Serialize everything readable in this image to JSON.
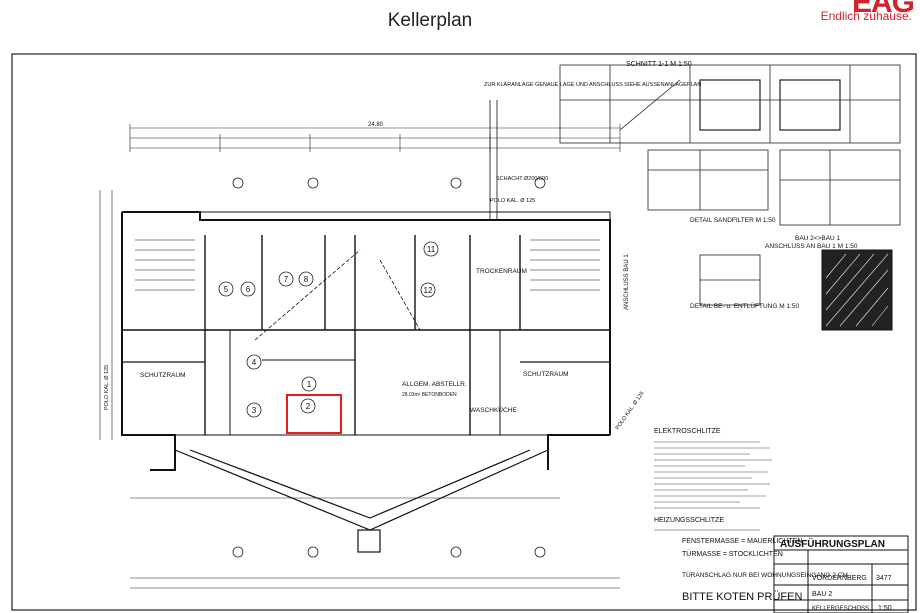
{
  "header": {
    "title": "Kellerplan",
    "logo_text": "EAG",
    "logo_tagline": "Endlich zuhause.",
    "accent_color": "#d3232a"
  },
  "plan": {
    "section_title": "SCHNITT 1-1  M 1:50",
    "note_connection": "ZUR KLÄRANLAGE GENAUE LAGE UND ANSCHLUSS SIEHE AUSSENANLAGEPLAN",
    "shaft_label": "SCHACHT Ø200/600",
    "pipe_label": "POLO KAL. Ø 125",
    "pipe_label_side": "POLO KAL. Ø 125",
    "dim_total": "24.80",
    "room_trocken": "TROCKENRAUM",
    "room_schutz_left": "SCHUTZRAUM",
    "room_schutz_right": "SCHUTZRAUM",
    "room_allgem": "ALLGEM. ABSTELLR.",
    "room_allgem_sub": "28.03m² BETONBODEN",
    "room_waschk": "WASCHKÜCHE",
    "room_numbers": [
      "5",
      "6",
      "7",
      "8",
      "11",
      "12",
      "4",
      "3",
      "1",
      "2"
    ],
    "highlighted_room": "2",
    "highlight_color": "#e02020",
    "detail_sandfilter": "DETAIL SANDFILTER M 1:50",
    "detail_luftung": "DETAIL BE- u. ENTLÜFTUNG M 1:50",
    "anschluss_bau1": "ANSCHLUSS AN BAU 1  M 1:50",
    "bau_label": "BAU 2<>BAU 1",
    "anschluss_side": "ANSCHLUSS BAU 1",
    "elektro_title": "ELEKTROSCHLITZE",
    "heizung_title": "HEIZUNGSSCHLITZE",
    "fenster_masse": "FENSTERMASSE = MAUERLICHTEN",
    "tuer_masse": "TÜRMASSE = STOCKLICHTEN",
    "tuer_anschlag": "TÜRANSCHLAG NUR BEI WOHNUNGSEINGANG 2 CM",
    "bitte_koten": "BITTE KOTEN PRÜFEN",
    "title_block_heading": "AUSFÜHRUNGSPLAN",
    "title_block_place": "VORDERNBERG",
    "title_block_bau": "BAU 2",
    "title_block_number": "3477",
    "title_block_floor": "KELLERGESCHOSS",
    "title_block_scale": "1:50"
  }
}
